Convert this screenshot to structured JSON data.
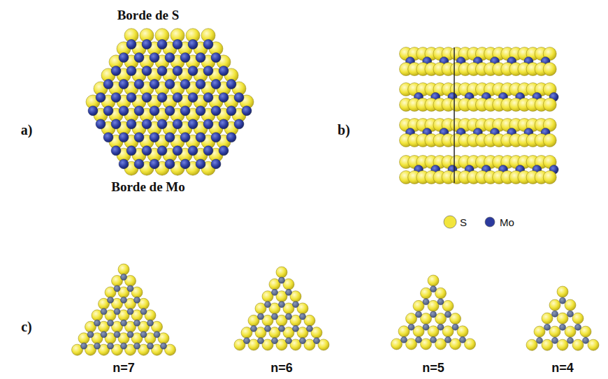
{
  "diagram": {
    "labels": [
      "Borde de S",
      "a)",
      "Borde de Mo",
      "b)",
      "c)",
      "n=7",
      "n=6",
      "n=5",
      "n=4"
    ],
    "legend": [
      {
        "text": "S",
        "color": "#f2e53c"
      },
      {
        "text": "Mo",
        "color": "#2b3a9e"
      }
    ]
  }
}
